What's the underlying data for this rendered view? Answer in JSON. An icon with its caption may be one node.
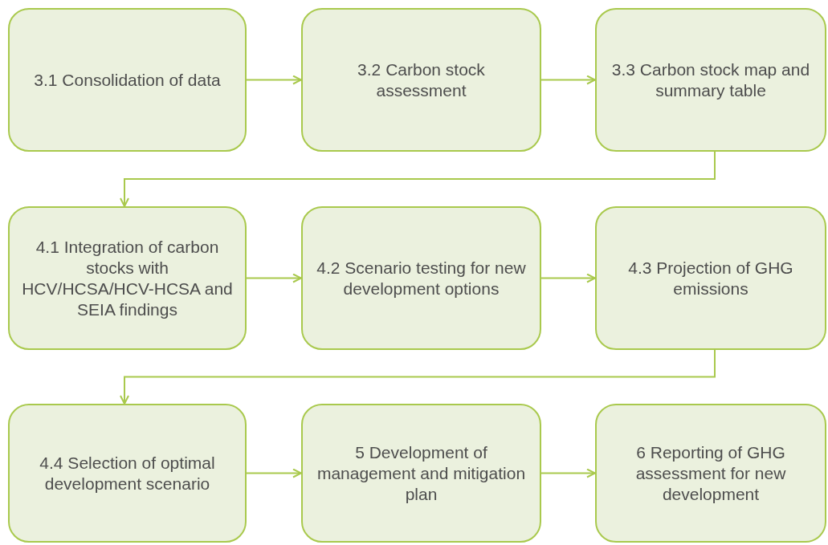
{
  "diagram": {
    "nodes": [
      {
        "text": [
          "3.1 Consolidation of data"
        ]
      },
      {
        "text": [
          "3.2 Carbon stock assessment"
        ]
      },
      {
        "text": [
          "3.3 Carbon stock map and summary table"
        ]
      },
      {
        "text": [
          "4.1 Integration of carbon stocks with HCV/HCSA/HCV-HCSA and SEIA findings"
        ]
      },
      {
        "text": [
          "4.2 Scenario testing for new development options"
        ]
      },
      {
        "text": [
          "4.3 Projection of GHG emissions"
        ]
      },
      {
        "text": [
          "4.4 Selection of optimal development scenario"
        ]
      },
      {
        "text": [
          "5 Development of management and mitigation plan"
        ]
      },
      {
        "text": [
          "6 Reporting of GHG assessment for new development"
        ]
      }
    ],
    "edges": [
      {
        "from": 0,
        "to": 1,
        "arrow": "to"
      },
      {
        "from": 1,
        "to": 2,
        "arrow": "to"
      },
      {
        "from": 2,
        "to": 3,
        "arrow": "to"
      },
      {
        "from": 3,
        "to": 4,
        "arrow": "to"
      },
      {
        "from": 4,
        "to": 5,
        "arrow": "to"
      },
      {
        "from": 5,
        "to": 6,
        "arrow": "to"
      },
      {
        "from": 6,
        "to": 7,
        "arrow": "to"
      },
      {
        "from": 7,
        "to": 8,
        "arrow": "to"
      }
    ]
  }
}
